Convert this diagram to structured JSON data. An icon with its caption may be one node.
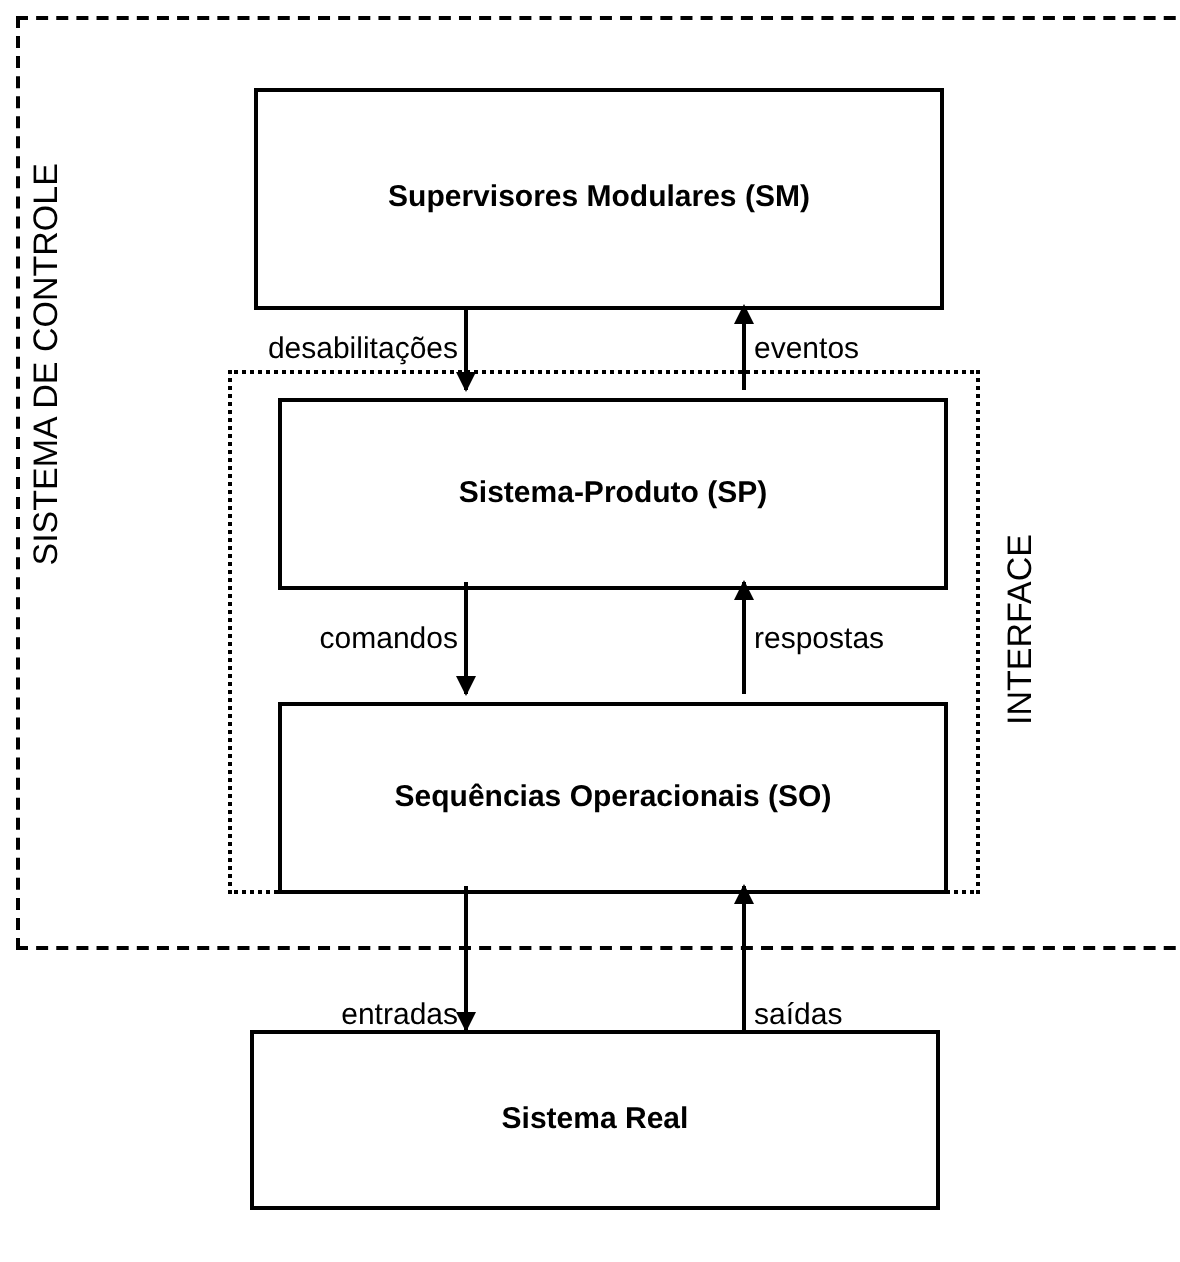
{
  "diagram": {
    "nodes": [
      {
        "text": [
          "SISTEMA DE CONTROLE"
        ]
      },
      {
        "text": [
          "INTERFACE"
        ],
        "in": 0
      },
      {
        "text": [
          "Supervisores Modulares (SM)"
        ],
        "in": 0
      },
      {
        "text": [
          "Sistema-Produto (SP)"
        ],
        "in": 1
      },
      {
        "text": [
          "Sequências Operacionais (SO)"
        ],
        "in": 1
      },
      {
        "text": [
          "Sistema Real"
        ]
      }
    ],
    "edges": [
      {
        "from": 2,
        "to": 3,
        "arrow": "to",
        "label": "desabilitações"
      },
      {
        "from": 3,
        "to": 2,
        "arrow": "to",
        "label": "eventos"
      },
      {
        "from": 3,
        "to": 4,
        "arrow": "to",
        "label": "comandos"
      },
      {
        "from": 4,
        "to": 3,
        "arrow": "to",
        "label": "respostas"
      },
      {
        "from": 4,
        "to": 5,
        "arrow": "to",
        "label": "entradas"
      },
      {
        "from": 5,
        "to": 4,
        "arrow": "to",
        "label": "saídas"
      }
    ]
  }
}
